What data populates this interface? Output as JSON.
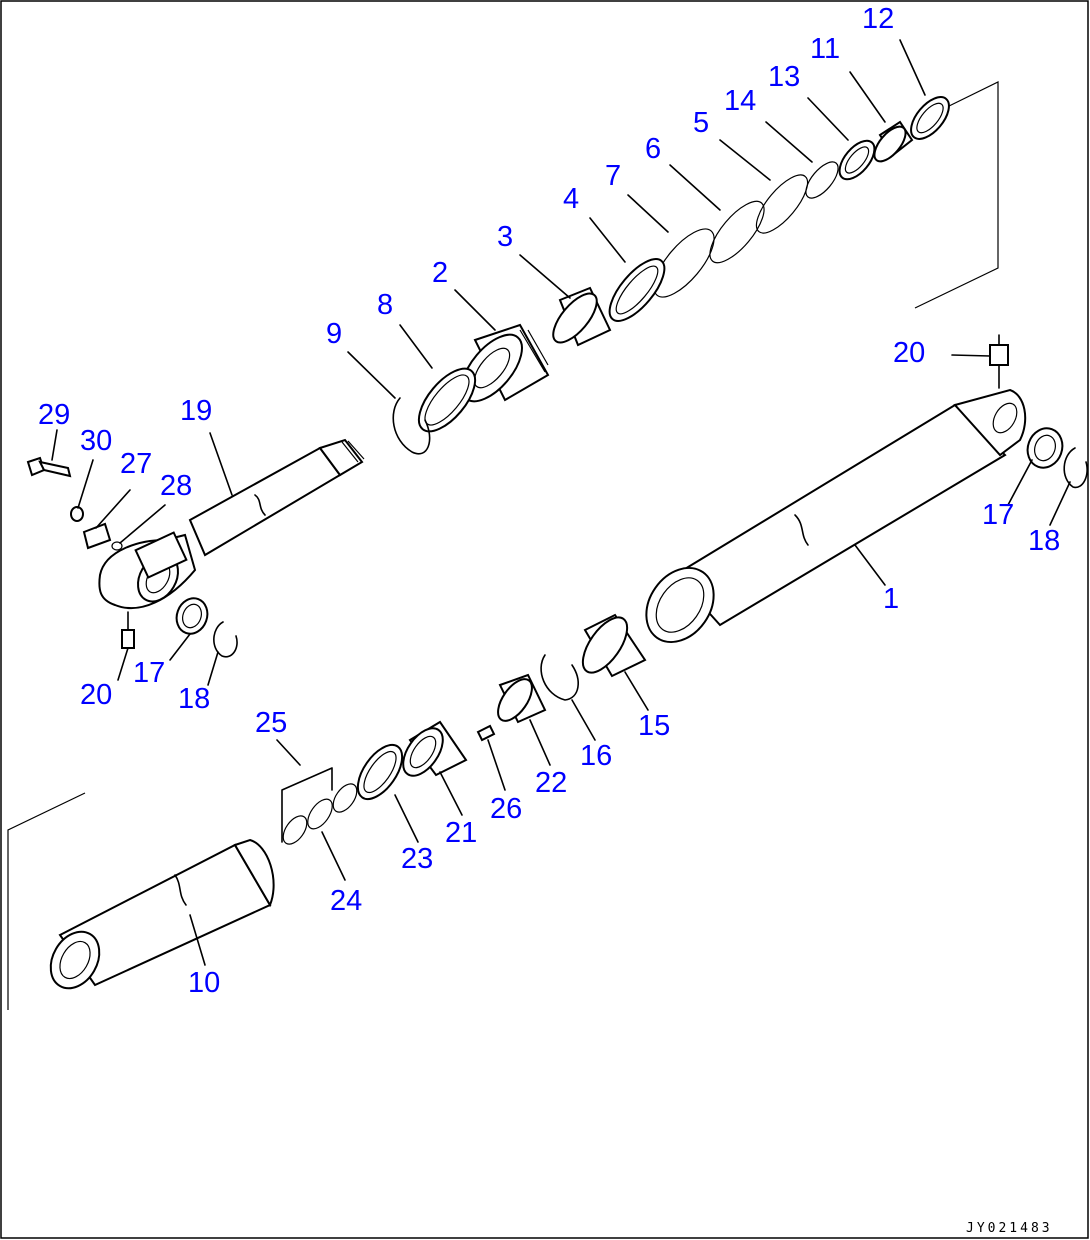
{
  "drawing_code": "JY021483",
  "part_labels": {
    "l1": "1",
    "l2": "2",
    "l3": "3",
    "l4": "4",
    "l5": "5",
    "l6": "6",
    "l7": "7",
    "l8": "8",
    "l9": "9",
    "l10": "10",
    "l11": "11",
    "l12": "12",
    "l13": "13",
    "l14": "14",
    "l15": "15",
    "l16": "16",
    "l17a": "17",
    "l17b": "17",
    "l18a": "18",
    "l18b": "18",
    "l19": "19",
    "l20a": "20",
    "l20b": "20",
    "l21": "21",
    "l22": "22",
    "l23": "23",
    "l24": "24",
    "l25": "25",
    "l26": "26",
    "l27": "27",
    "l28": "28",
    "l29": "29",
    "l30": "30"
  },
  "colors": {
    "label": "#0000ff",
    "line": "#000000",
    "background": "#ffffff"
  }
}
